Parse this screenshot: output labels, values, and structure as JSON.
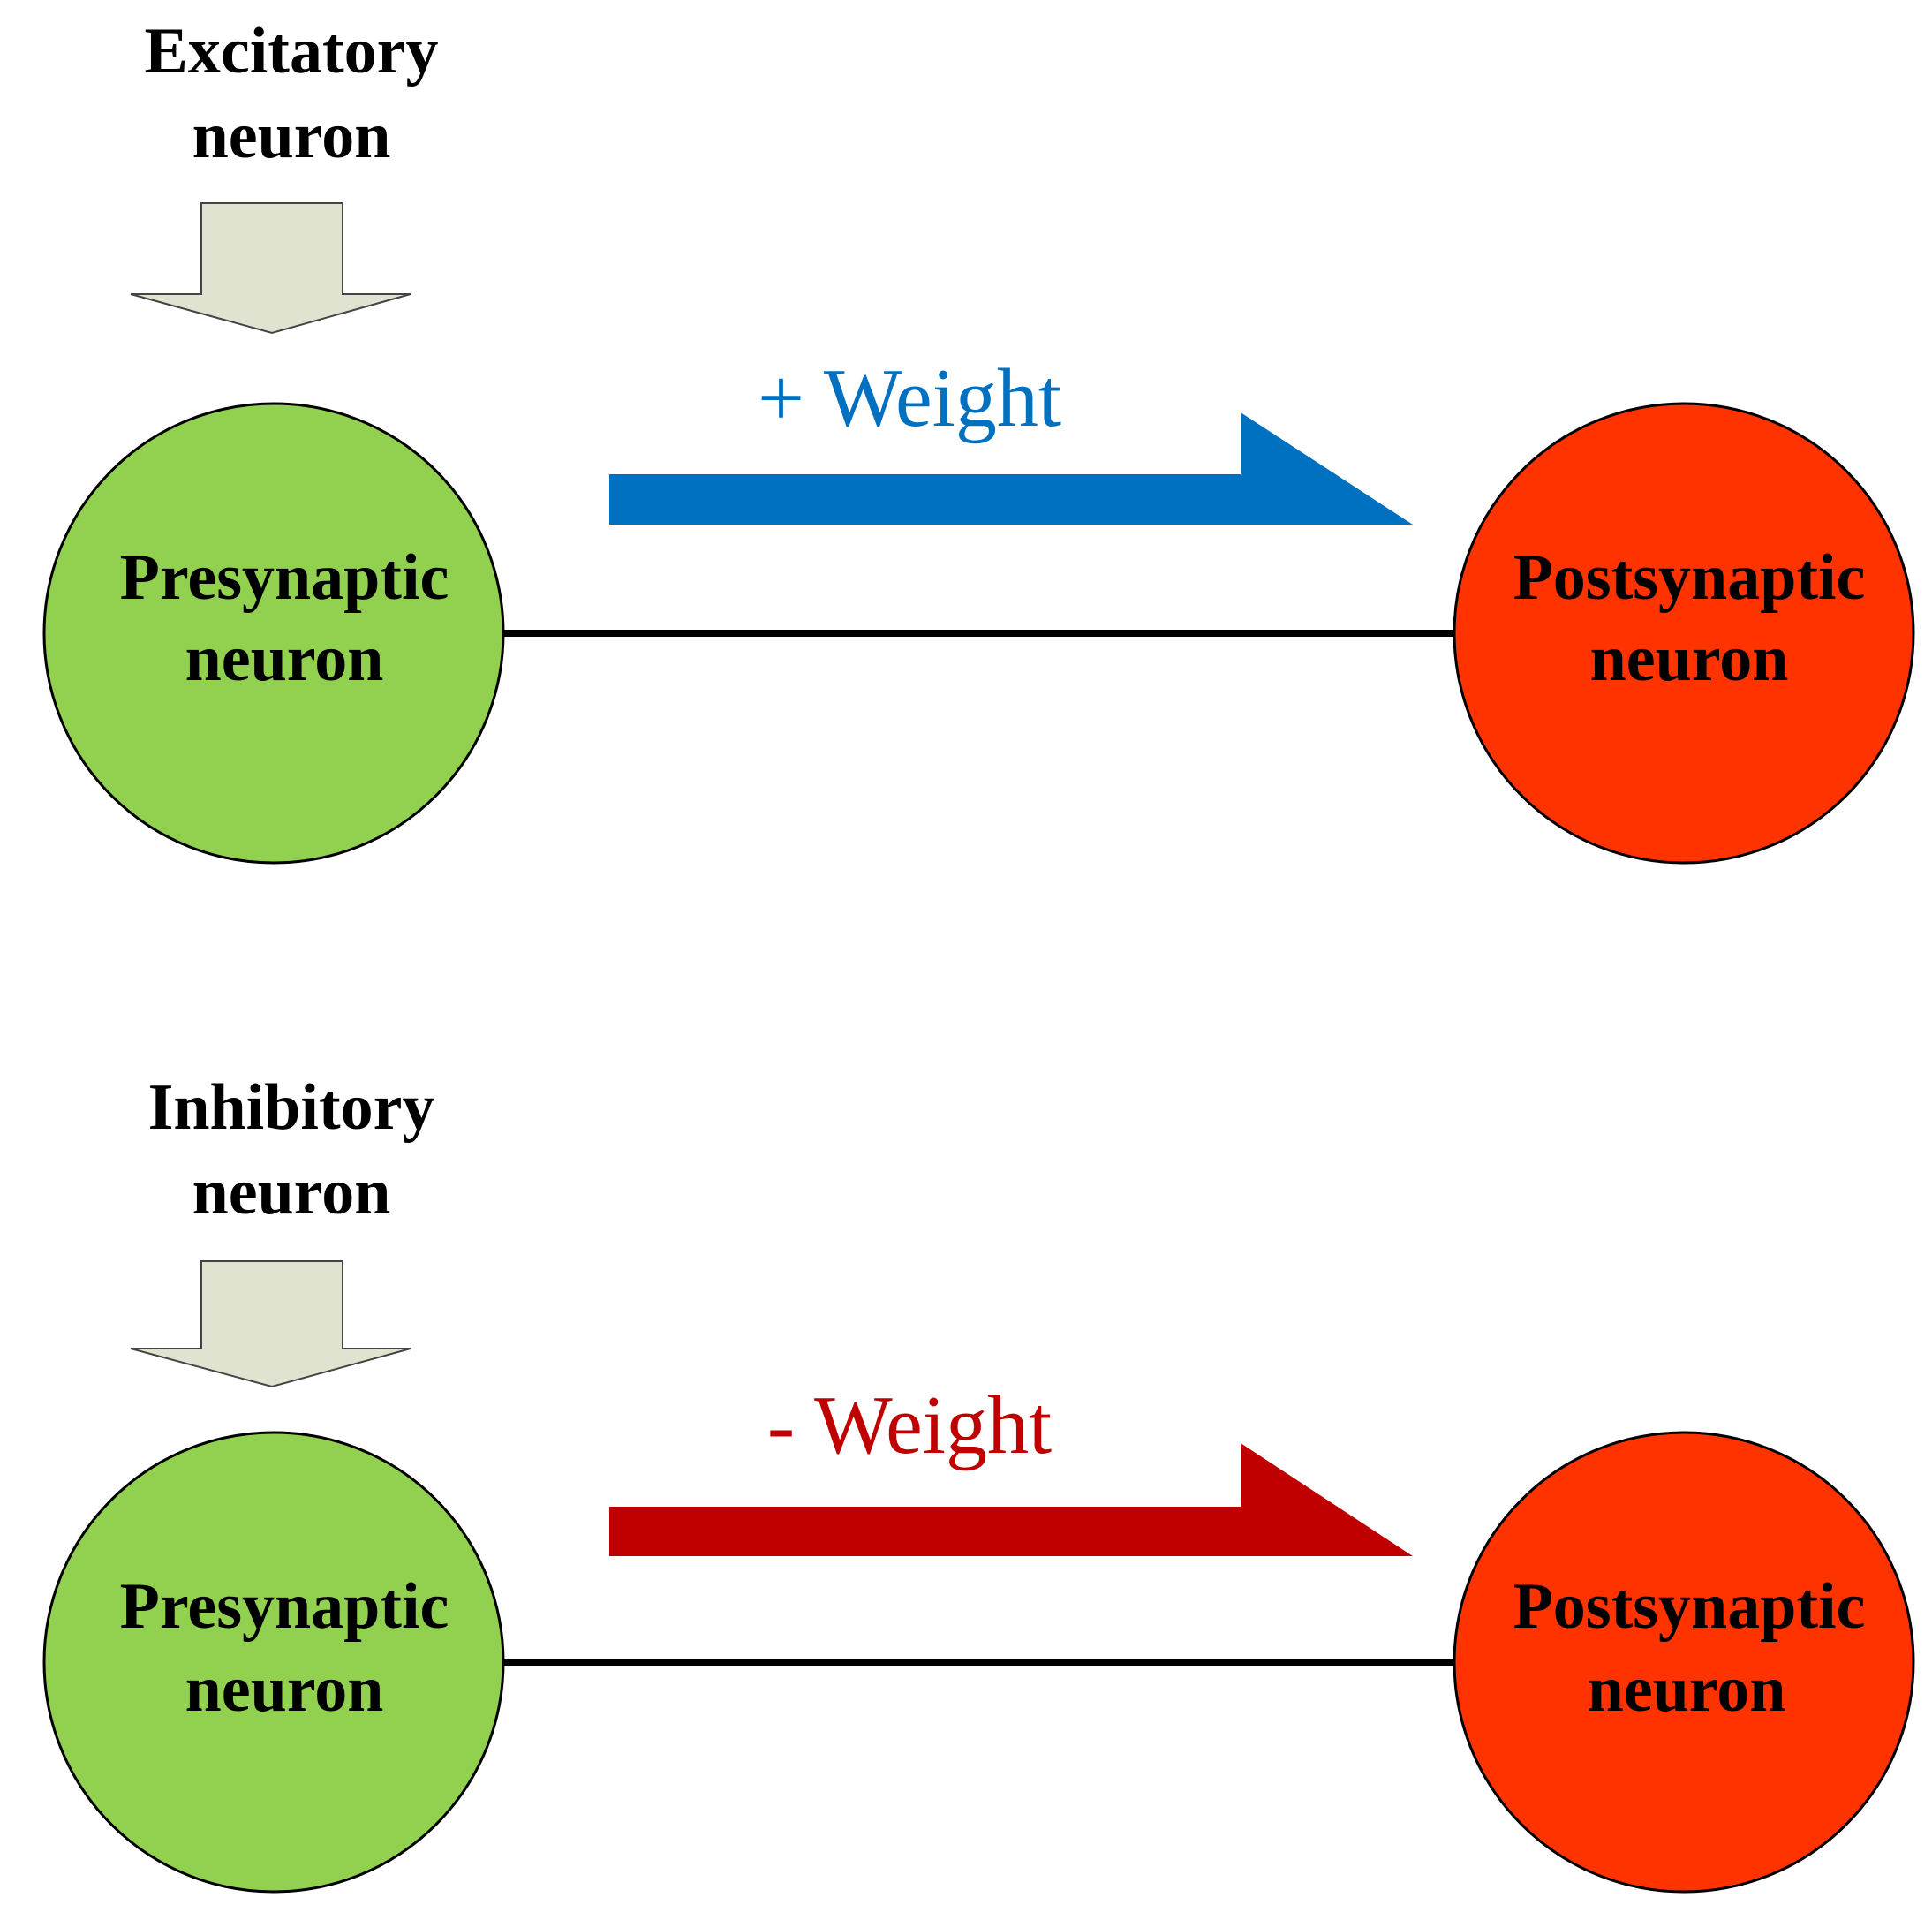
{
  "colors": {
    "presynaptic_fill": "#92d050",
    "postsynaptic_fill": "#ff3300",
    "input_arrow_fill": "#dfe3cf",
    "positive_weight": "#0070c0",
    "negative_weight": "#c00000",
    "outline": "#000000"
  },
  "panels": [
    {
      "source_label": [
        "Excitatory",
        "neuron"
      ],
      "weight_label": "+ Weight",
      "pre_label": [
        "Presynaptic",
        "neuron"
      ],
      "post_label": [
        "Postsynaptic",
        "neuron"
      ]
    },
    {
      "source_label": [
        "Inhibitory",
        "neuron"
      ],
      "weight_label": "- Weight",
      "pre_label": [
        "Presynaptic",
        "neuron"
      ],
      "post_label": [
        "Postsynaptic",
        "neuron"
      ]
    }
  ]
}
